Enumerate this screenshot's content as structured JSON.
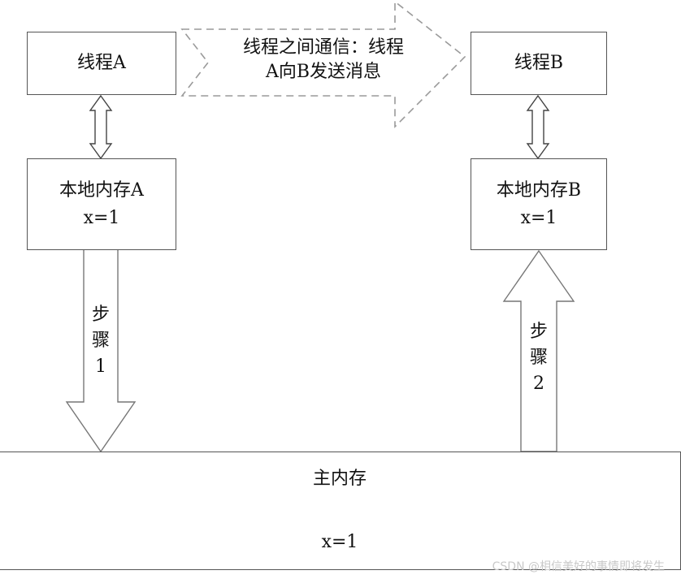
{
  "thread_a": {
    "label": "线程A"
  },
  "thread_b": {
    "label": "线程B"
  },
  "message": {
    "line1": "线程之间通信：线程",
    "line2": "A向B发送消息"
  },
  "local_memory_a": {
    "label": "本地内存A",
    "value": "x=1"
  },
  "local_memory_b": {
    "label": "本地内存B",
    "value": "x=1"
  },
  "step1": {
    "chars": [
      "步",
      "骤",
      "1"
    ]
  },
  "step2": {
    "chars": [
      "步",
      "骤",
      "2"
    ]
  },
  "main_memory": {
    "label": "主内存",
    "value": "x=1"
  },
  "watermark": "CSDN @相信美好的事情即将发生"
}
